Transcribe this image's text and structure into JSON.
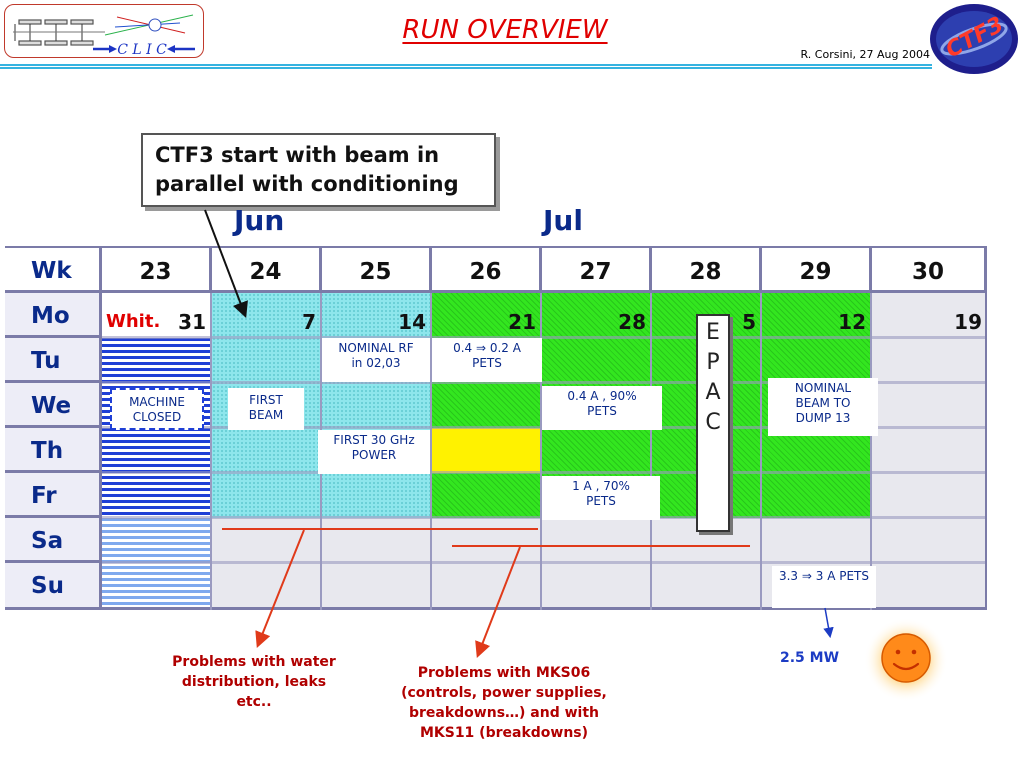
{
  "header": {
    "title": "RUN OVERVIEW",
    "author_date": "R. Corsini, 27 Aug 2004",
    "clic_logo_text": "C L I C",
    "ctf3_logo_text": "CTF3"
  },
  "calendar": {
    "callout_lines": [
      "CTF3 start with beam in",
      "parallel with conditioning"
    ],
    "months": [
      "Jun",
      "Jul"
    ],
    "wk_label": "Wk",
    "weeks": [
      "23",
      "24",
      "25",
      "26",
      "27",
      "28",
      "29",
      "30"
    ],
    "days": [
      "Mo",
      "Tu",
      "We",
      "Th",
      "Fr",
      "Sa",
      "Su"
    ],
    "monday_dates": [
      "31",
      "7",
      "14",
      "21",
      "28",
      "5",
      "12",
      "19"
    ],
    "holiday": "Whit.",
    "epac_letters": [
      "E",
      "P",
      "A",
      "C"
    ]
  },
  "notes": {
    "machine_closed": "MACHINE CLOSED",
    "first_beam": "FIRST BEAM",
    "nominal_rf": "NOMINAL RF in 02,03",
    "first_30ghz": "FIRST 30 GHz POWER",
    "pets_04_02": "0.4 ⇒ 0.2 A PETS",
    "pets_04_90": "0.4 A , 90% PETS",
    "pets_1_70": "1 A , 70% PETS",
    "nominal_beam": "NOMINAL BEAM TO DUMP 13",
    "pets_33_3": "3.3 ⇒ 3 A PETS",
    "power": "2.5 MW"
  },
  "problems": {
    "water": "Problems with water distribution, leaks etc..",
    "mks": "Problems with MKS06 (controls, power supplies, breakdowns…) and with MKS11 (breakdowns)"
  },
  "colors": {
    "accent_red": "#e00000",
    "header_rule": "#35b3e0",
    "row_text": "#0a2a8a",
    "conditioning_cyan": "#8ee6ec",
    "beam_green": "#33e61f",
    "highlight_yellow": "#fff200",
    "weekend_grey": "#e8e8ee",
    "closed_blue": "#1f3fd6"
  }
}
